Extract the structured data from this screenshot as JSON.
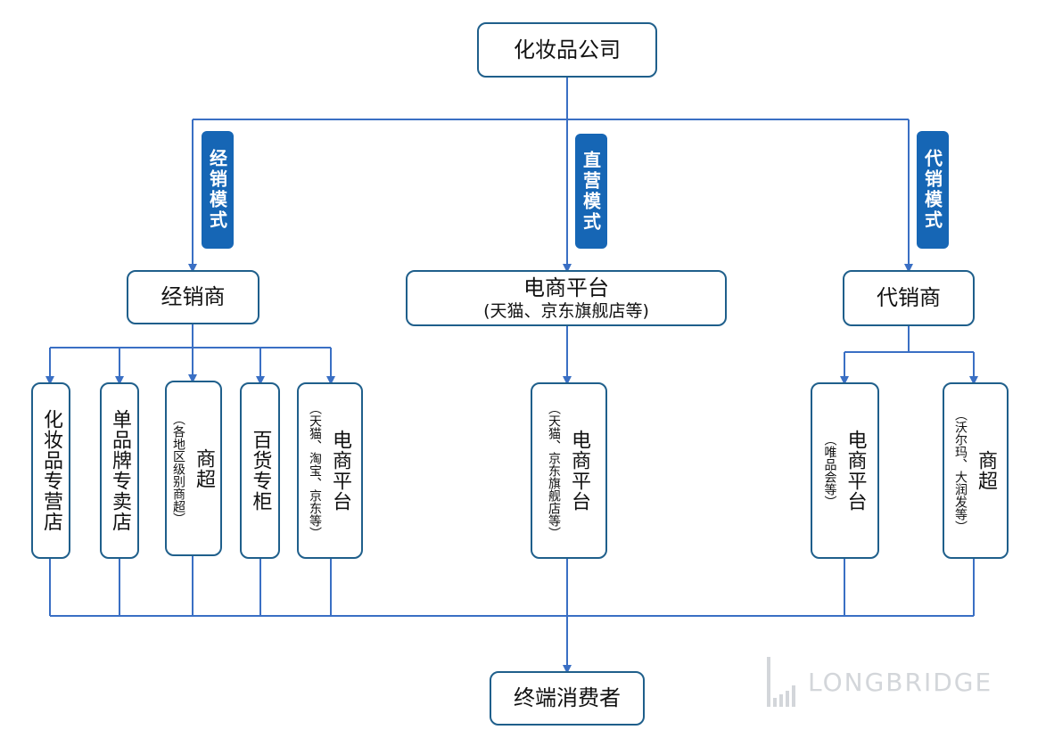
{
  "root": "化妆品公司",
  "modes": [
    {
      "label": "经销模式"
    },
    {
      "label": "直营模式"
    },
    {
      "label": "代销模式"
    }
  ],
  "level2": {
    "distributor": "经销商",
    "ecommerce": {
      "title": "电商平台",
      "subtitle": "(天猫、京东旗舰店等)"
    },
    "agent": "代销商"
  },
  "channels": {
    "cosmetics_store": "化妆品专营店",
    "brand_store": "单品牌专卖店",
    "supermarket": {
      "main": "商超",
      "note": "（各地区级别商超）"
    },
    "dept_counter": "百货专柜",
    "ecom_dist": {
      "main": "电商平台",
      "note": "（天猫、淘宝、京东等）"
    },
    "ecom_direct": {
      "main": "电商平台",
      "note": "（天猫、京东旗舰店等）"
    },
    "ecom_agent": {
      "main": "电商平台",
      "note": "（唯品会等）"
    },
    "supermarket_agent": {
      "main": "商超",
      "note": "（沃尔玛、大润发等）"
    }
  },
  "consumer": "终端消费者",
  "watermark": "LONGBRIDGE",
  "colors": {
    "line": "#3a6fc4",
    "border": "#1f5f8b",
    "badge": "#1666b5"
  }
}
